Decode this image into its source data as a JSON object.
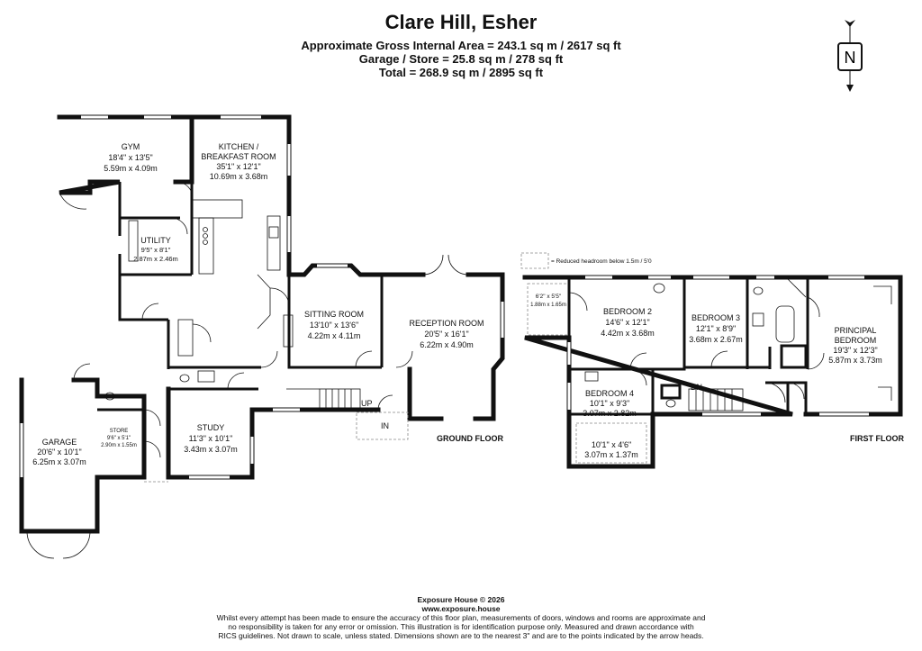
{
  "header": {
    "title": "Clare Hill, Esher",
    "area_line_1": "Approximate Gross Internal Area = 243.1 sq m / 2617 sq ft",
    "area_line_2": "Garage / Store = 25.8 sq m / 278 sq ft",
    "area_line_3": "Total = 268.9 sq m / 2895 sq ft"
  },
  "compass": {
    "label": "N"
  },
  "legend": {
    "reduced_headroom": "= Reduced headroom below 1.5m / 5'0"
  },
  "ground_floor": {
    "label": "GROUND FLOOR",
    "gym": {
      "name": "GYM",
      "imperial": "18'4\" x 13'5\"",
      "metric": "5.59m x 4.09m"
    },
    "kitchen": {
      "name_1": "KITCHEN /",
      "name_2": "BREAKFAST ROOM",
      "imperial": "35'1\" x 12'1\"",
      "metric": "10.69m x 3.68m"
    },
    "utility": {
      "name": "UTILITY",
      "imperial": "9'5\" x 8'1\"",
      "metric": "2.87m x 2.46m"
    },
    "sitting_room": {
      "name": "SITTING ROOM",
      "imperial": "13'10\" x 13'6\"",
      "metric": "4.22m x 4.11m"
    },
    "reception_room": {
      "name": "RECEPTION ROOM",
      "imperial": "20'5\" x 16'1\"",
      "metric": "6.22m x 4.90m"
    },
    "study": {
      "name": "STUDY",
      "imperial": "11'3\" x 10'1\"",
      "metric": "3.43m x 3.07m"
    },
    "garage": {
      "name": "GARAGE",
      "imperial": "20'6\" x 10'1\"",
      "metric": "6.25m x 3.07m"
    },
    "store": {
      "name": "STORE",
      "imperial": "9'6\" x 5'1\"",
      "metric": "2.90m x 1.55m"
    },
    "stairs_up": "UP",
    "entrance": "IN"
  },
  "first_floor": {
    "label": "FIRST FLOOR",
    "eaves": {
      "imperial": "6'2\" x 5'5\"",
      "metric": "1.88m x 1.65m"
    },
    "bedroom_2": {
      "name": "BEDROOM 2",
      "imperial": "14'6\" x 12'1\"",
      "metric": "4.42m x 3.68m"
    },
    "bedroom_3": {
      "name": "BEDROOM 3",
      "imperial": "12'1\" x 8'9\"",
      "metric": "3.68m x 2.67m"
    },
    "principal_bedroom": {
      "name_1": "PRINCIPAL",
      "name_2": "BEDROOM",
      "imperial": "19'3\" x 12'3\"",
      "metric": "5.87m x 3.73m"
    },
    "bedroom_4": {
      "name": "BEDROOM 4",
      "imperial": "10'1\" x 9'3\"",
      "metric": "3.07m x 2.82m"
    },
    "bedroom_4_recess": {
      "imperial": "10'1\" x 4'6\"",
      "metric": "3.07m x 1.37m"
    },
    "stairs_down": "DN"
  },
  "footer": {
    "company": "Exposure House © 2026",
    "website": "www.exposure.house",
    "disclaimer_1": "Whilst every attempt has been made to ensure the accuracy of this floor plan, measurements of doors, windows and rooms are approximate and",
    "disclaimer_2": "no responsibility is taken for any error or omission. This illustration is for identification purpose only. Measured and drawn accordance with",
    "disclaimer_3": "RICS guidelines. Not drawn to scale, unless stated. Dimensions shown are to the nearest 3\" and are to the points indicated by the arrow heads."
  }
}
